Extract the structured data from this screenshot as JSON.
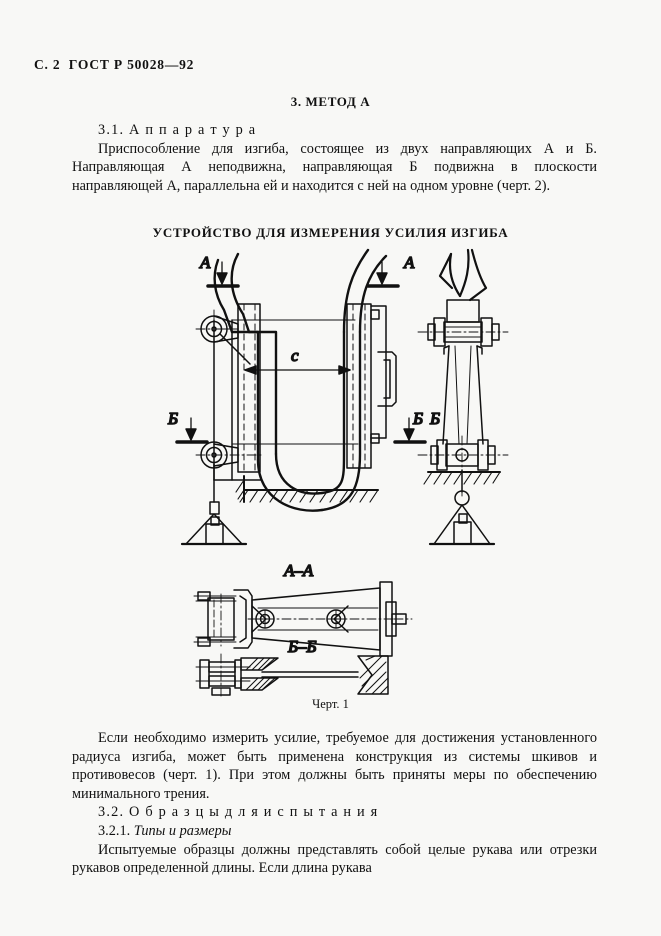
{
  "page": {
    "header": "С. 2  ГОСТ Р 50028—92",
    "page_number": "2",
    "standard": "ГОСТ Р 50028—92",
    "background_color": "#f8f8f6",
    "ink_color": "#111111"
  },
  "section": {
    "heading": "3. МЕТОД А",
    "subheading_3_1": "3.1. А п п а р а т у р а",
    "paragraph_3_1": "Приспособление для изгиба, состоящее из двух направляющих А и Б. Направляющая А неподвижна, направляющая Б подвижна в плоскости направляющей А, параллельна ей и находится с ней на одном уровне (черт. 2)."
  },
  "figure": {
    "title": "УСТРОЙСТВО ДЛЯ   ИЗМЕРЕНИЯ УСИЛИЯ ИЗГИБА",
    "caption": "Черт. 1",
    "labels": {
      "section_a_left": "А",
      "section_a_right": "А",
      "section_b_left": "Б",
      "section_b_right": "Б",
      "side_view_b": "Б",
      "dimension_c": "c",
      "view_a_a": "А–А",
      "view_b_b": "Б–Б"
    }
  },
  "tail": {
    "paragraph_note": "Если необходимо измерить усилие, требуемое для достижения установленного радиуса изгиба, может быть применена  конструкция из системы шкивов и противовесов (черт. 1). При этом должны быть приняты меры по обеспечению минимального трения.",
    "subheading_3_2": "3.2. О б р а з ц ы   д л я   и с п ы т а н и я",
    "subheading_3_2_1_num": "3.2.1. ",
    "subheading_3_2_1_title": "Типы и размеры",
    "paragraph_3_2_1": "Испытуемые образцы должны представлять собой целые рукава или отрезки рукавов определенной длины. Если  длина рукава"
  }
}
